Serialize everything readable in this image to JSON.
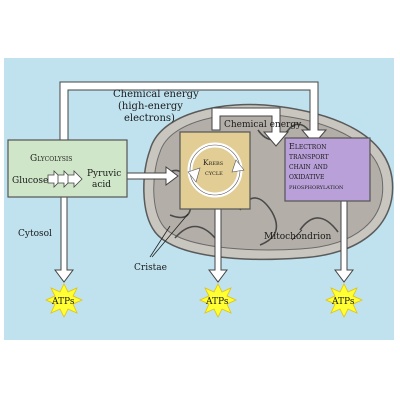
{
  "labels": {
    "chemical_energy_top_1": "Chemical energy",
    "chemical_energy_top_2": "(high-energy",
    "chemical_energy_top_3": "electrons)",
    "chemical_energy_inner": "Chemical energy",
    "glycolysis_title": "Glycolysis",
    "glucose": "Glucose",
    "pyruvic_1": "Pyruvic",
    "pyruvic_2": "acid",
    "krebs_1": "Krebs",
    "krebs_2": "cycle",
    "etc_1": "Electron",
    "etc_2": "transport",
    "etc_3": "chain and",
    "etc_4": "oxidative",
    "etc_5": "phosphorylation",
    "cytosol": "Cytosol",
    "cristae": "Cristae",
    "mitochondrion": "Mitochondrion",
    "atp_1": "ATPs",
    "atp_2": "ATPs",
    "atp_3": "ATPs"
  },
  "colors": {
    "background": "#bfe2ee",
    "glycolysis_box": "#cfe6c8",
    "krebs_box": "#e2cd95",
    "etc_box": "#b9a0d8",
    "mitochondrion": "#c9c6bf",
    "arrow_fill": "#ffffff",
    "atp_burst": "#ffff33"
  }
}
